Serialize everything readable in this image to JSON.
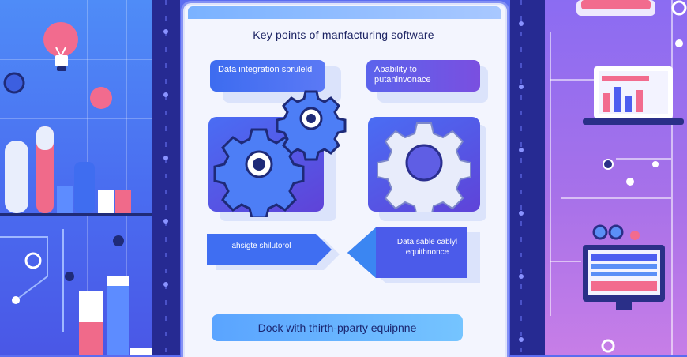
{
  "doc": {
    "title": "Key points of manfacturing software",
    "card1": "Data integration spruleld",
    "card2": "Abability to putaninvonace",
    "card3": "ahsigte shilutorol",
    "card4": "Data sable cablyl equithnonce",
    "bottom": "Dock with thirth-pparty equipnne"
  },
  "colors": {
    "left_panel": "#4f8cf7",
    "right_panel": "#a771e9",
    "doc_bg": "#f3f5fe",
    "accent_blue": "#4a6df4",
    "accent_purple": "#6b42d6",
    "pink": "#f06a8a"
  },
  "icons": [
    "lightbulb-icon",
    "gear-icon",
    "laptop-icon",
    "monitor-icon",
    "bar-chart-icon"
  ]
}
